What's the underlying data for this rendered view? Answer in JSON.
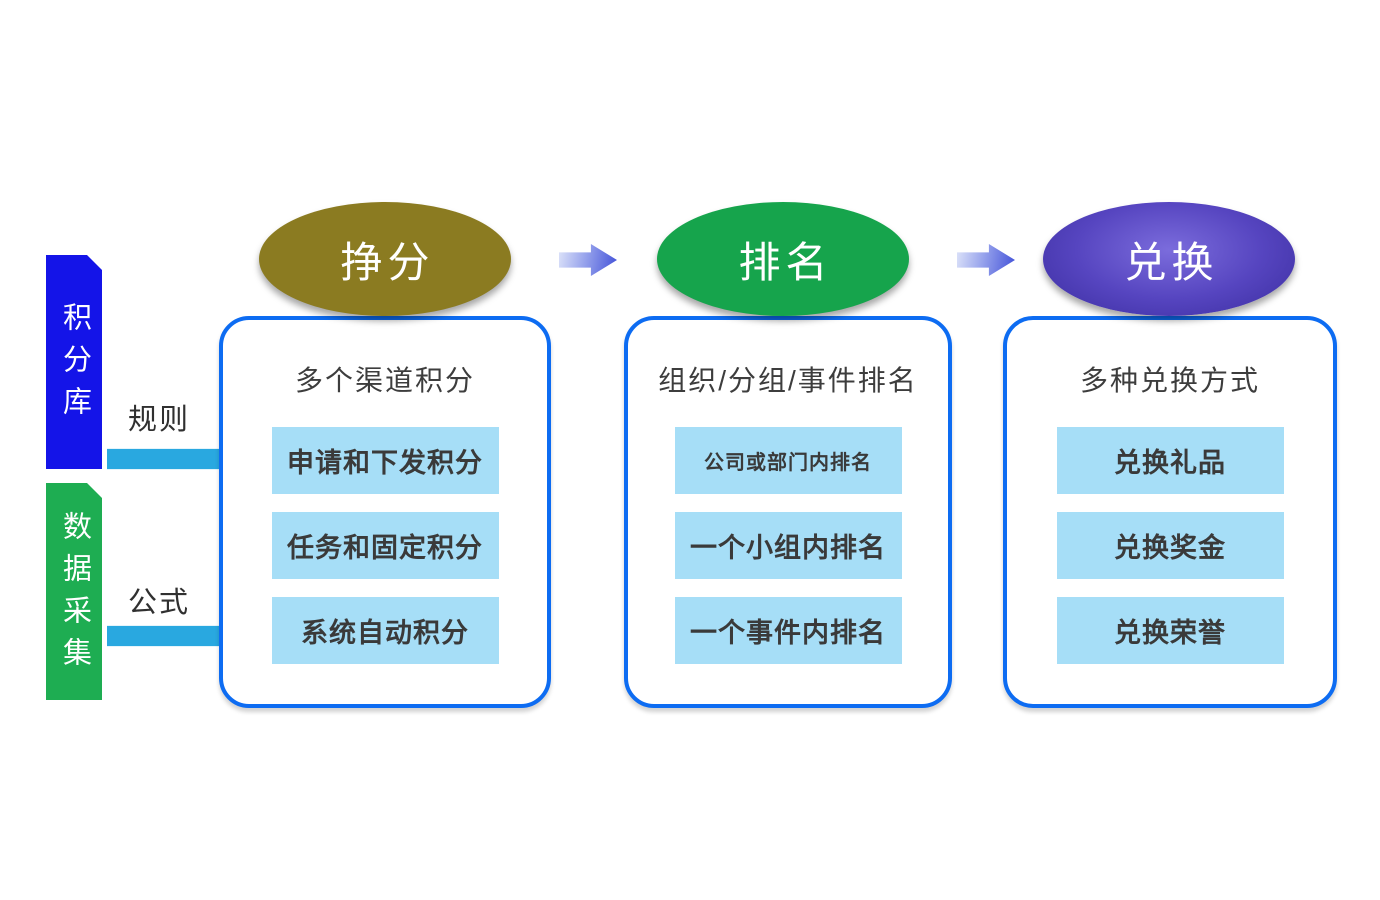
{
  "diagram": {
    "stages": [
      {
        "ellipse_label": "挣分",
        "ellipse_color": "#8b7b21",
        "box_title": "多个渠道积分",
        "items": [
          "申请和下发积分",
          "任务和固定积分",
          "系统自动积分"
        ]
      },
      {
        "ellipse_label": "排名",
        "ellipse_color": "#16a44c",
        "box_title": "组织/分组/事件排名",
        "items": [
          "公司或部门内排名",
          "一个小组内排名",
          "一个事件内排名"
        ]
      },
      {
        "ellipse_label": "兑换",
        "ellipse_color": "#5645c0",
        "box_title": "多种兑换方式",
        "items": [
          "兑换礼品",
          "兑换奖金",
          "兑换荣誉"
        ]
      }
    ],
    "sources": [
      {
        "bar_label": "积分库",
        "bar_color": "#1414e8",
        "arrow_label": "规则"
      },
      {
        "bar_label": "数据采集",
        "bar_color": "#1ead52",
        "arrow_label": "公式"
      }
    ],
    "colors": {
      "box_border": "#0d6cf2",
      "item_background": "#a6def7",
      "input_arrow": "#29a8e0",
      "flow_arrow_gradient_start": "#dde3f9",
      "flow_arrow_gradient_end": "#4150d8",
      "text_dark": "#3a3a3a"
    }
  }
}
